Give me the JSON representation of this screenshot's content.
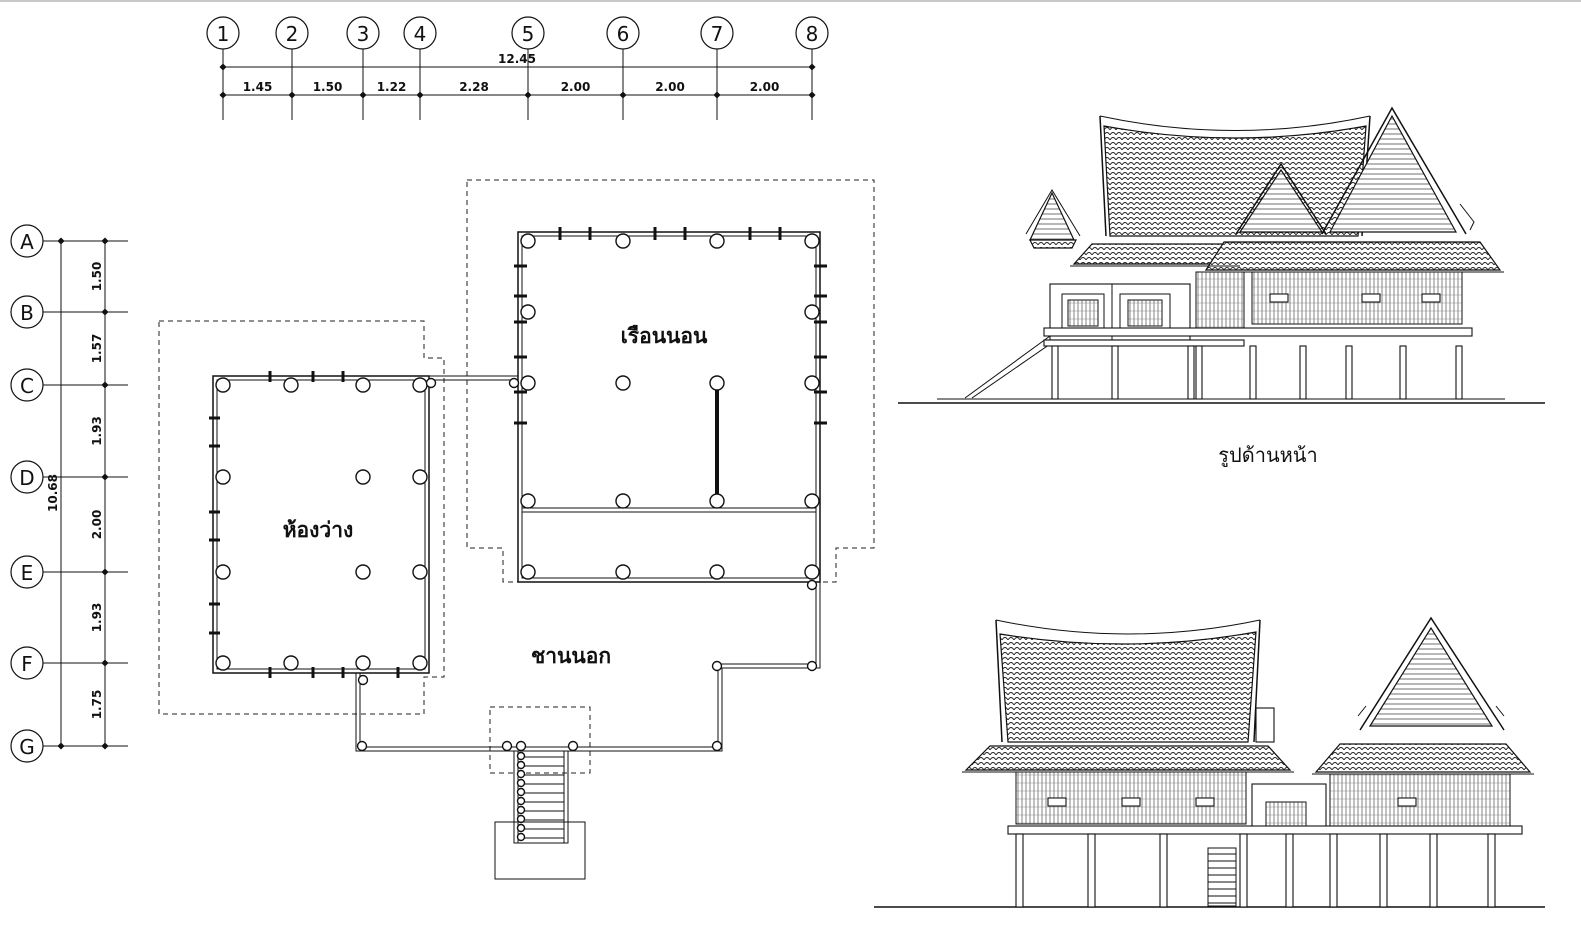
{
  "grid_x": {
    "labels": [
      "1",
      "2",
      "3",
      "4",
      "5",
      "6",
      "7",
      "8"
    ],
    "total": "12.45",
    "segments": [
      "1.45",
      "1.50",
      "1.22",
      "2.28",
      "2.00",
      "2.00",
      "2.00"
    ]
  },
  "grid_y": {
    "labels": [
      "A",
      "B",
      "C",
      "D",
      "E",
      "F",
      "G"
    ],
    "total": "10.68",
    "segments": [
      "1.50",
      "1.57",
      "1.93",
      "2.00",
      "1.93",
      "1.75"
    ]
  },
  "plan": {
    "bedroom_label": "เรือนนอน",
    "spare_room_label": "ห้องว่าง",
    "terrace_label": "ชานนอก"
  },
  "elevations": {
    "front_caption": "รูปด้านหน้า"
  }
}
